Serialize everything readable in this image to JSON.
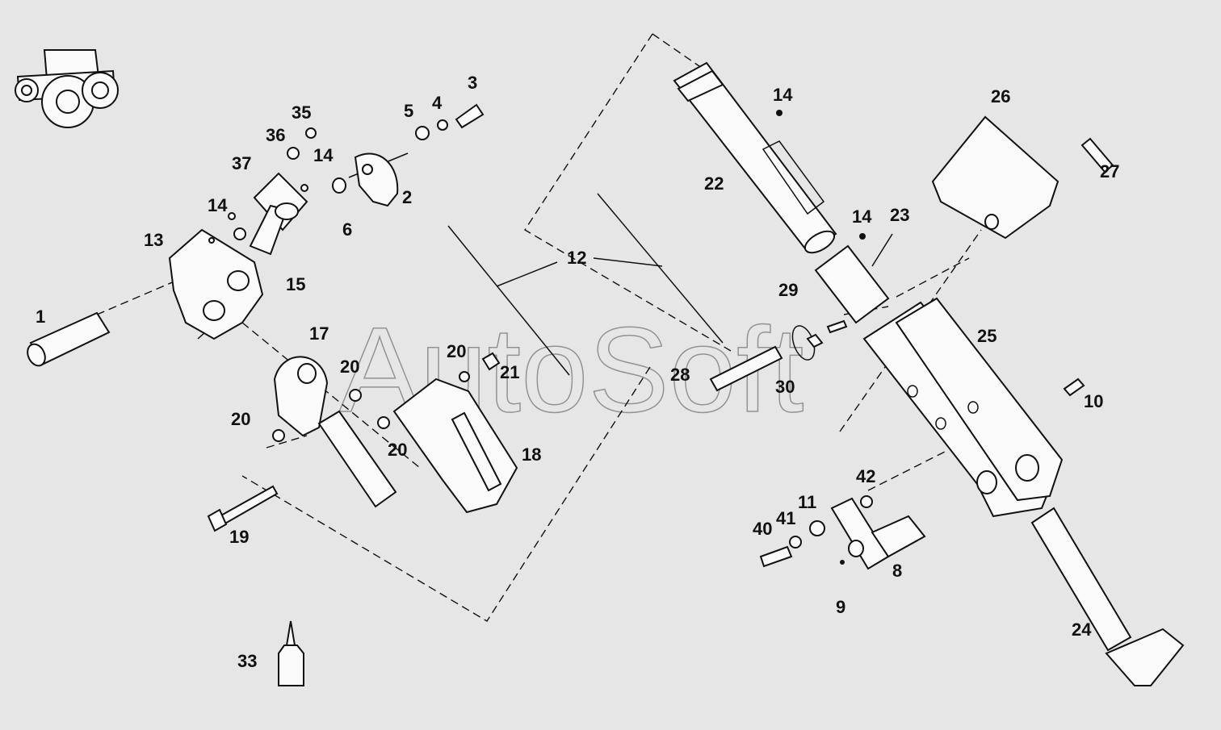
{
  "watermark": "AutoSoft",
  "tractor_icon": "tractor-icon",
  "callouts": [
    "1",
    "2",
    "3",
    "4",
    "5",
    "6",
    "8",
    "9",
    "10",
    "11",
    "12",
    "13",
    "14",
    "15",
    "17",
    "18",
    "19",
    "20",
    "21",
    "22",
    "23",
    "24",
    "25",
    "26",
    "27",
    "28",
    "29",
    "30",
    "33",
    "35",
    "36",
    "37",
    "40",
    "41",
    "42"
  ]
}
